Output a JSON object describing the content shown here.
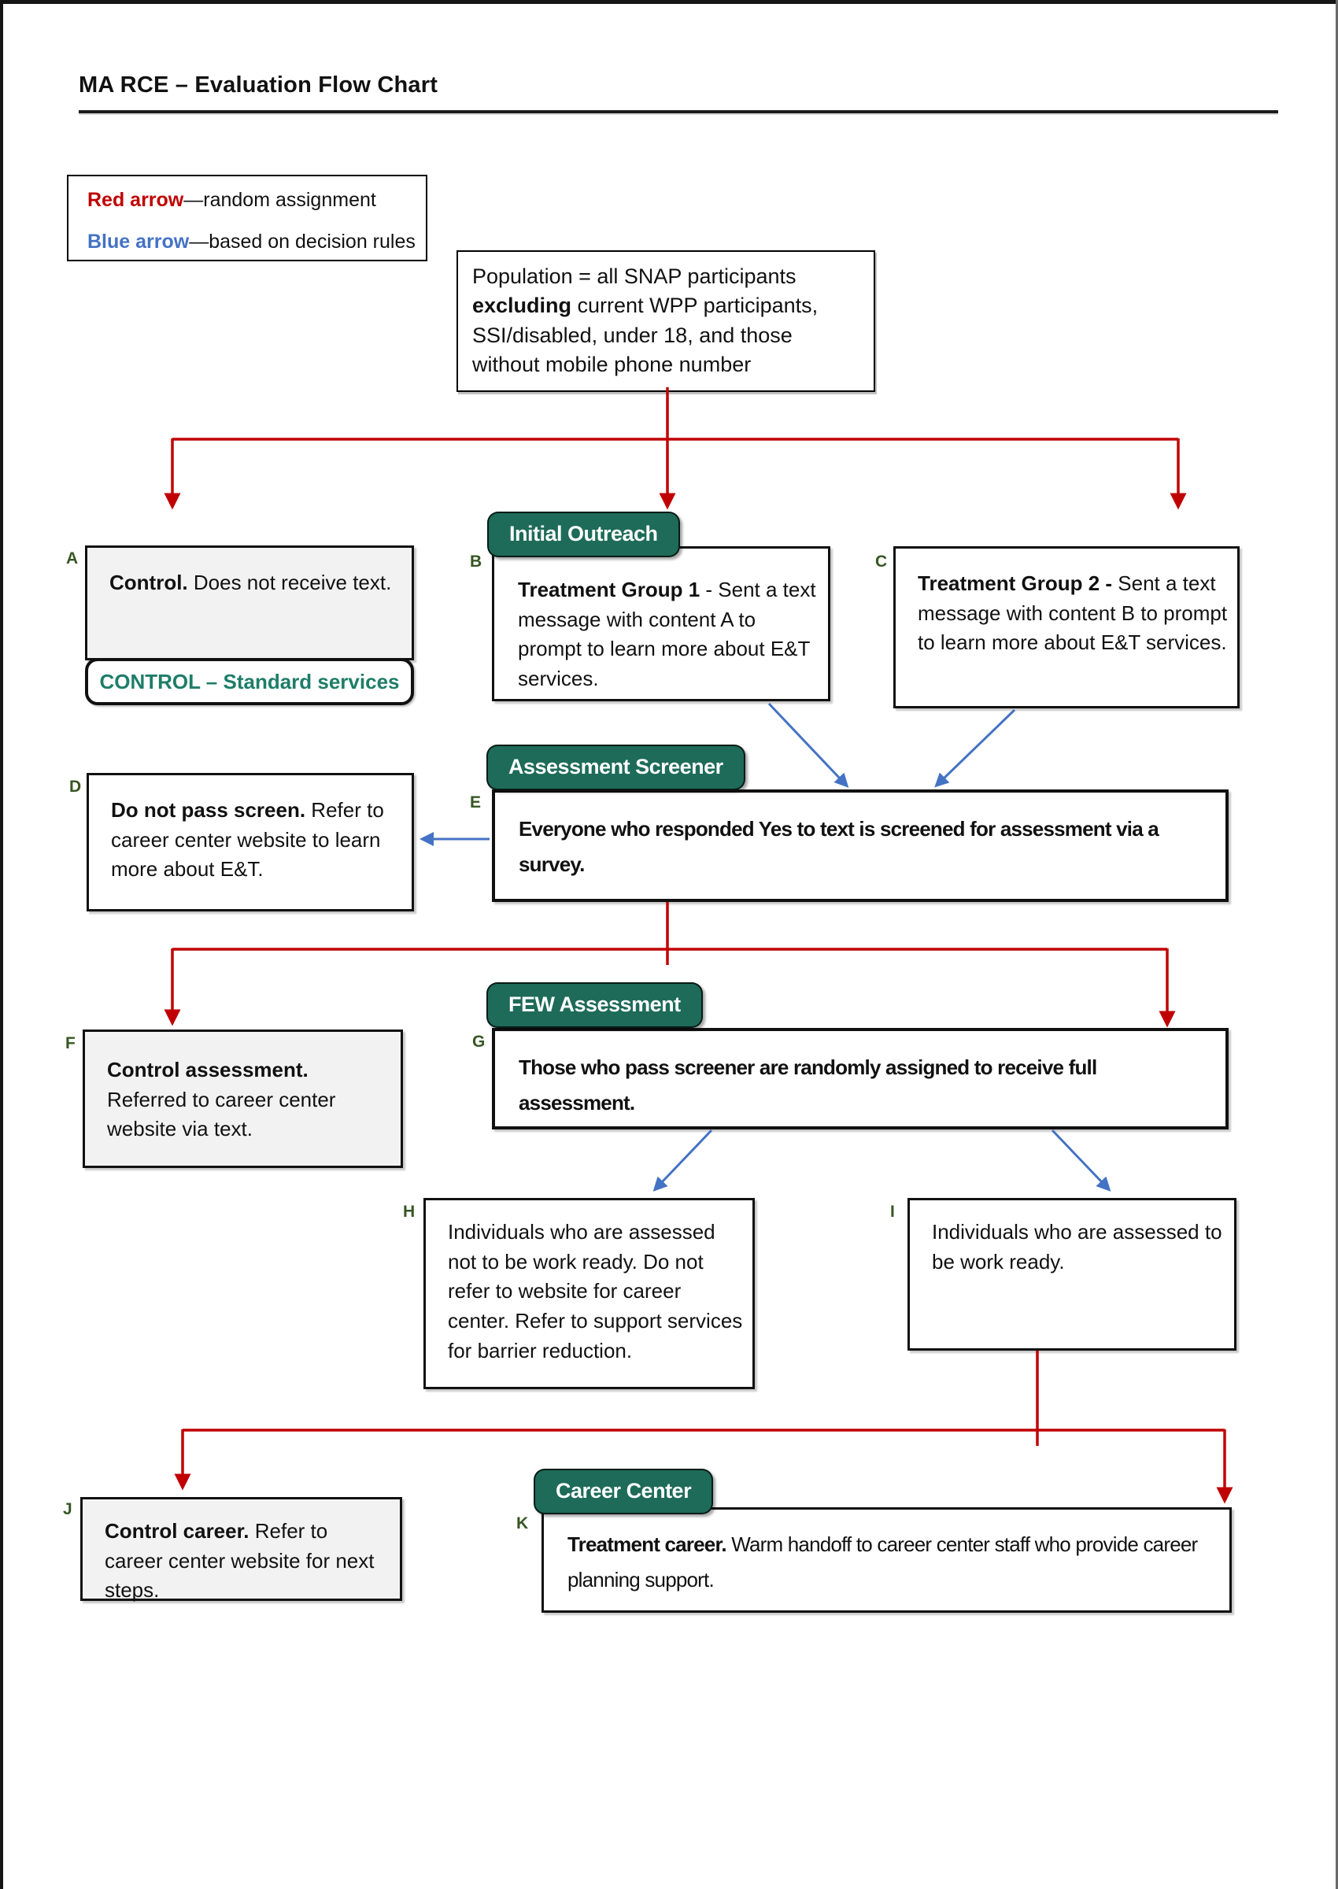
{
  "title": "MA RCE – Evaluation Flow Chart",
  "colors": {
    "red": "#C00000",
    "blue": "#4472C4",
    "badge_green": "#1D6B58",
    "teal_text": "#1E7D68",
    "label_green": "#375623"
  },
  "legend": {
    "red_label": "Red arrow",
    "red_desc": "—random assignment",
    "blue_label": "Blue arrow",
    "blue_desc": "—based on decision rules"
  },
  "population": {
    "pre": "Population = all SNAP participants ",
    "bold": "excluding",
    "post": " current WPP participants, SSI/disabled, under 18, and those without mobile phone number"
  },
  "sections": {
    "initial_outreach": "Initial Outreach",
    "assessment_screener": "Assessment Screener",
    "few_assessment": "FEW Assessment",
    "career_center": "Career Center"
  },
  "boxes": {
    "a": {
      "label": "A",
      "bold": "Control.",
      "text": " Does not receive text.",
      "pill": "CONTROL – Standard services"
    },
    "b": {
      "label": "B",
      "bold": "Treatment Group 1",
      "text": " - Sent a text message with content A to prompt to learn more about E&T services."
    },
    "c": {
      "label": "C",
      "bold": "Treatment Group 2 - ",
      "text": "Sent a text message with content B to prompt to learn more about E&T services."
    },
    "d": {
      "label": "D",
      "bold": "Do not pass screen.",
      "text": " Refer to career center website to learn more about E&T."
    },
    "e": {
      "label": "E",
      "text": "Everyone who responded Yes to text is screened for assessment via a survey."
    },
    "f": {
      "label": "F",
      "bold": "Control assessment.",
      "text": " Referred to career center website via text."
    },
    "g": {
      "label": "G",
      "text": "Those who pass screener are randomly assigned to receive full assessment."
    },
    "h": {
      "label": "H",
      "text": "Individuals who are assessed not to be work ready. Do not refer to website for career center. Refer to support services for barrier reduction."
    },
    "i": {
      "label": "I",
      "text": "Individuals who are assessed to be work ready."
    },
    "j": {
      "label": "J",
      "bold": "Control career.",
      "text": " Refer to career center website for next steps."
    },
    "k": {
      "label": "K",
      "bold": "Treatment career.",
      "text": " Warm handoff to career center staff who provide career planning support."
    }
  }
}
